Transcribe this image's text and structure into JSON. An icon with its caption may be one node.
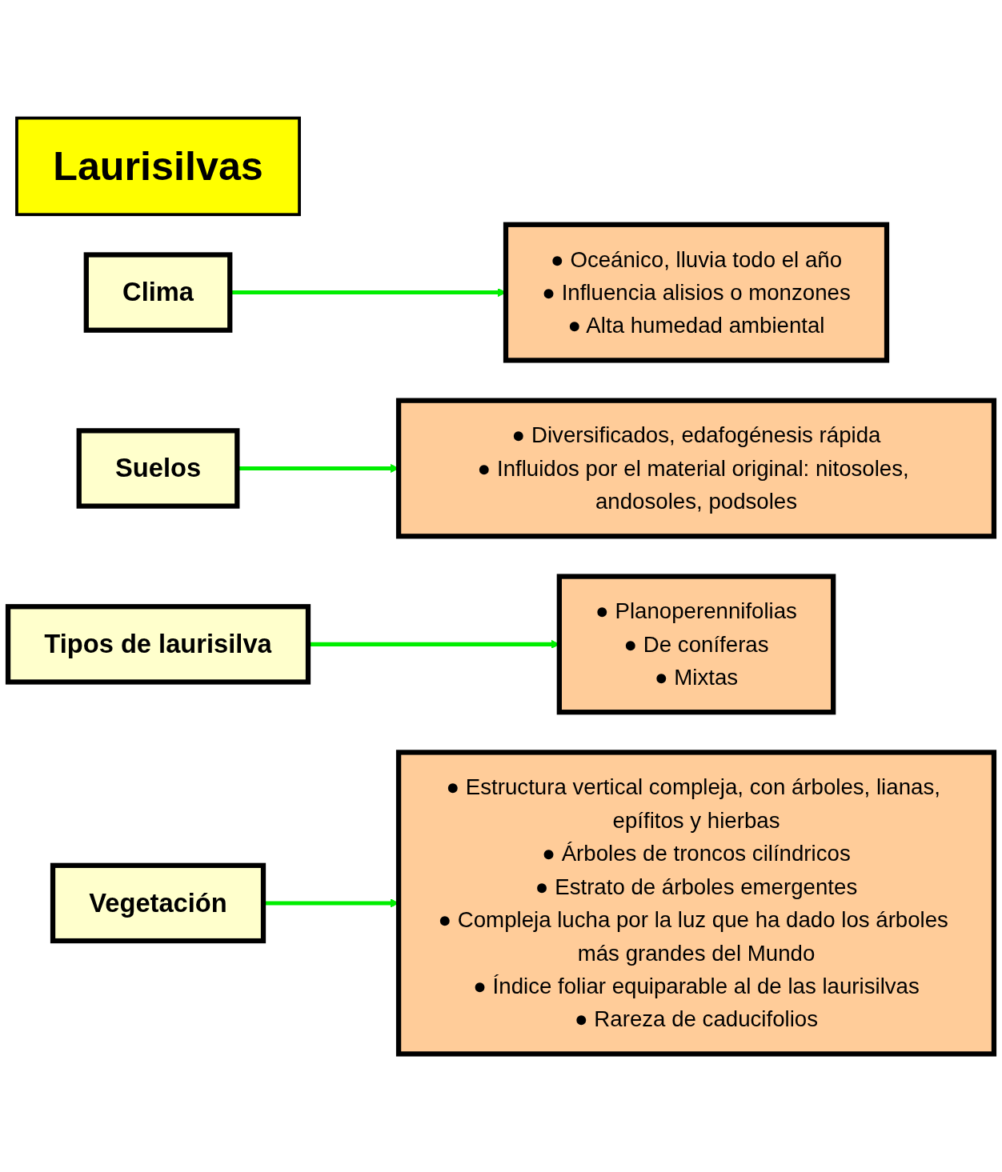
{
  "diagram": {
    "nodes": [
      {
        "text": [
          "Laurisilvas"
        ]
      },
      {
        "text": [
          "Clima"
        ]
      },
      {
        "text": [
          "● Oceánico, lluvia todo el año",
          "● Influencia alisios o monzones",
          "● Alta humedad ambiental"
        ]
      },
      {
        "text": [
          "Suelos"
        ]
      },
      {
        "text": [
          "● Diversificados, edafogénesis rápida",
          "● Influidos por el material original: nitosoles, andosoles, podsoles"
        ]
      },
      {
        "text": [
          "Tipos de laurisilva"
        ]
      },
      {
        "text": [
          "● Planoperennifolias",
          "● De coníferas",
          "● Mixtas"
        ]
      },
      {
        "text": [
          "Vegetación"
        ]
      },
      {
        "text": [
          "● Estructura vertical compleja, con árboles, lianas, epífitos y hierbas",
          "● Árboles de troncos cilíndricos",
          "● Estrato de árboles emergentes",
          "● Compleja lucha por la luz que ha dado los árboles más grandes del Mundo",
          "● Índice foliar equiparable al de las laurisilvas",
          "● Rareza de caducifolios"
        ]
      }
    ],
    "edges": [
      {
        "from": 1,
        "to": 2,
        "arrow": "to",
        "color": "#00ee00"
      },
      {
        "from": 3,
        "to": 4,
        "arrow": "to",
        "color": "#00ee00"
      },
      {
        "from": 5,
        "to": 6,
        "arrow": "to",
        "color": "#00ee00"
      },
      {
        "from": 7,
        "to": 8,
        "arrow": "to",
        "color": "#00ee00"
      }
    ]
  }
}
